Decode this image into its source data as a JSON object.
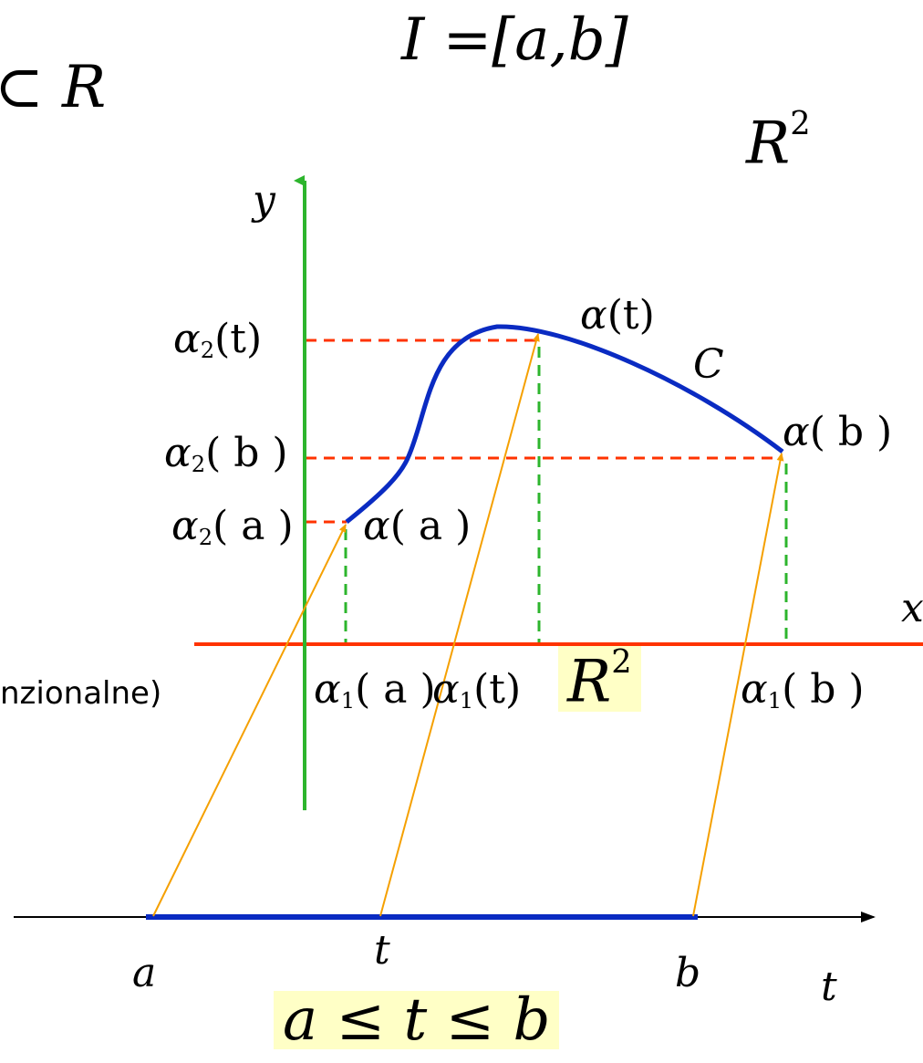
{
  "top": {
    "interval_lhs": "I",
    "interval_eq": "=",
    "interval_rhs": "[a,b]",
    "subset_symbol": "⊂",
    "subset_set": "R",
    "plane_set": "R",
    "plane_exp": "2"
  },
  "labels": {
    "y_axis": "y",
    "x_axis": "x",
    "t_axis": "t",
    "curve": "C",
    "alpha": "α",
    "alpha_t_arg": "(t)",
    "alpha_a_arg": "( a )",
    "alpha_b_arg": "( b )",
    "sub1": "1",
    "sub2": "2",
    "point_a": "a",
    "point_t": "t",
    "point_b": "b",
    "r2_set": "R",
    "r2_exp": "2",
    "truncated_text": "nzionalne)",
    "inequality": "a ≤ t ≤ b"
  },
  "colors": {
    "y_axis": "#2db52d",
    "x_axis": "#ff3300",
    "curve": "#0a2bc2",
    "arrows": "#f5a000",
    "guides_h": "#ff3300",
    "guides_v": "#2db52d",
    "t_axis": "#000000",
    "highlight": "#ffffc6"
  }
}
